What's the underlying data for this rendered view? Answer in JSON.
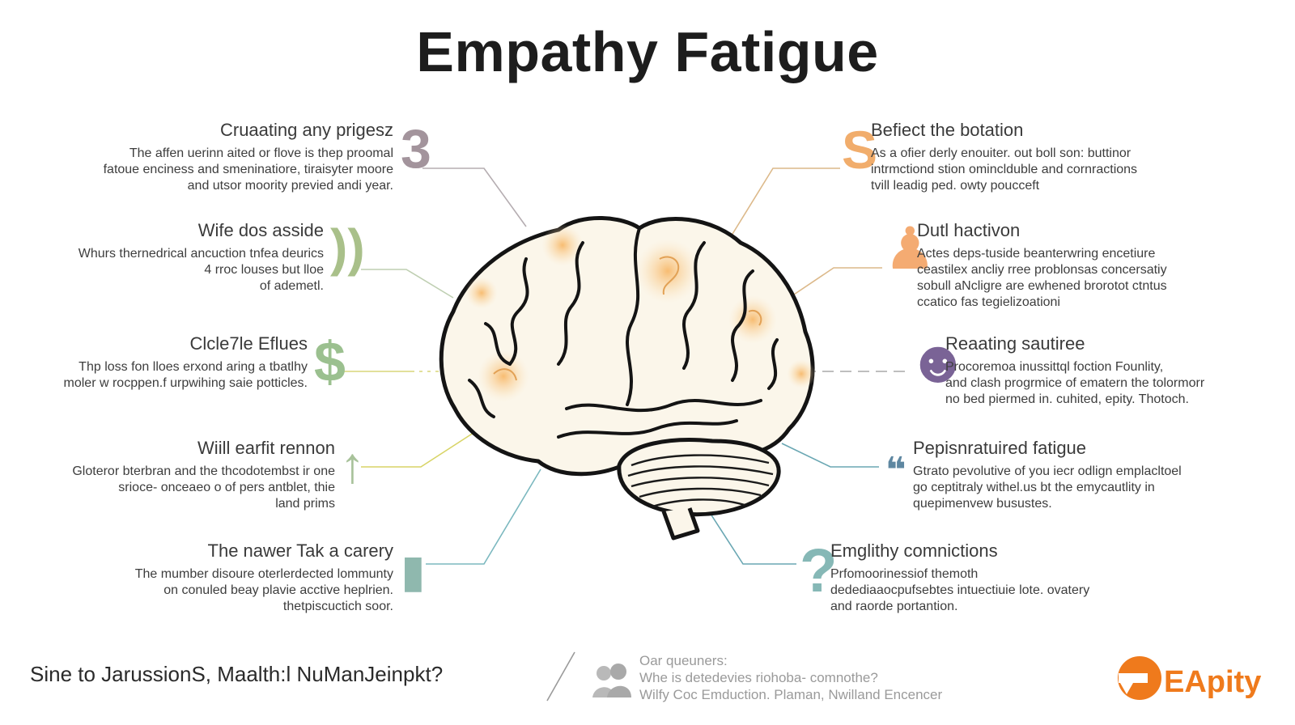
{
  "title": "Empathy Fatigue",
  "left_items": [
    {
      "heading": "Cruaating any prigesz",
      "lines": [
        "The affen uerinn aited or flove is thep proomal",
        "fatoue enciness and smeninatiore, tiraisyter moore",
        "and utsor moority previed andi year."
      ],
      "icon": "number-three-icon",
      "glyph": "3",
      "color": "#a3949c"
    },
    {
      "heading": "Wife dos asside",
      "lines": [
        "Whurs thernedrical ancuction tnfea deurics",
        "4 rroc louses but lloe",
        "of ademetl."
      ],
      "icon": "double-bar-icon",
      "glyph": "))",
      "color": "#a9c08a"
    },
    {
      "heading": "Clcle7le Eflues",
      "lines": [
        "Thp loss fon lloes erxond aring a tbatlhy",
        "moler w rocppen.f urpwihing saie potticles."
      ],
      "icon": "dollar-icon",
      "glyph": "$",
      "color": "#9bc08f"
    },
    {
      "heading": "Wiill earfit rennon",
      "lines": [
        "Gloteror bterbran and the thcodotembst ir one",
        "srioce- onceaeo o of pers antblet, thie",
        "land prims"
      ],
      "icon": "arrow-up-icon",
      "glyph": "↑",
      "color": "#a8c29a"
    },
    {
      "heading": "The nawer Tak a carery",
      "lines": [
        "The mumber disoure oterlerdected lommunty",
        "on conuled beay plavie acctive heplrien.",
        "thetpiscuctich soor."
      ],
      "icon": "bottle-icon",
      "glyph": "▮",
      "color": "#8fb8ae"
    }
  ],
  "right_items": [
    {
      "heading": "Befiect the botation",
      "lines": [
        "As a ofier derly enouiter. out boll son: buttinor",
        "intrmctiond stion ominclduble and cornractions",
        "tvill leadig ped. owty poucceft"
      ],
      "icon": "number-five-icon",
      "glyph": "S",
      "color": "#f1ad6c"
    },
    {
      "heading": "Dutl hactivon",
      "lines": [
        "Actes deps-tuside beanterwring encetiure",
        "ceastilex ancliy rree problonsas concersatiy",
        "sobull aNcligre are ewhened brorotot ctntus",
        "ccatico fas tegielizoationi"
      ],
      "icon": "person-icon",
      "glyph": "♟",
      "color": "#f4ab72"
    },
    {
      "heading": "Reaating sautiree",
      "lines": [
        "Procoremoa inussittql foction Founlity,",
        "and clash progrmice of ematern the tolormorr",
        "no bed piermed in. cuhited, epity. Thotoch."
      ],
      "icon": "head-profile-icon",
      "glyph": "☻",
      "color": "#7a6396"
    },
    {
      "heading": "Pepisnratuired fatigue",
      "lines": [
        "Gtrato pevolutive of you iecr odlign emplacltoel",
        "go ceptitraly withel.us bt the emycautlity in",
        "quepimenvew busustes."
      ],
      "icon": "quote-icon",
      "glyph": "❝",
      "color": "#5e87a1"
    },
    {
      "heading": "Emglithy comnictions",
      "lines": [
        "Prfomoorinessiof themoth",
        "dedediaaocpufsebtes intuectiuie lote. ovatery",
        "and raorde portantion."
      ],
      "icon": "question-icon",
      "glyph": "?",
      "color": "#86b8b6"
    }
  ],
  "footer": {
    "left_text": "Sine to JarussionS, Maalth:l NuManJeinpkt?",
    "right_lines": [
      "Oar queuners:",
      "Whe is detedevies riohoba- comnothe?",
      "Wilfy Coc Emduction. Plaman, Nwilland Encencer"
    ],
    "logo_text": "EApity",
    "logo_color": "#ef7a1c"
  }
}
